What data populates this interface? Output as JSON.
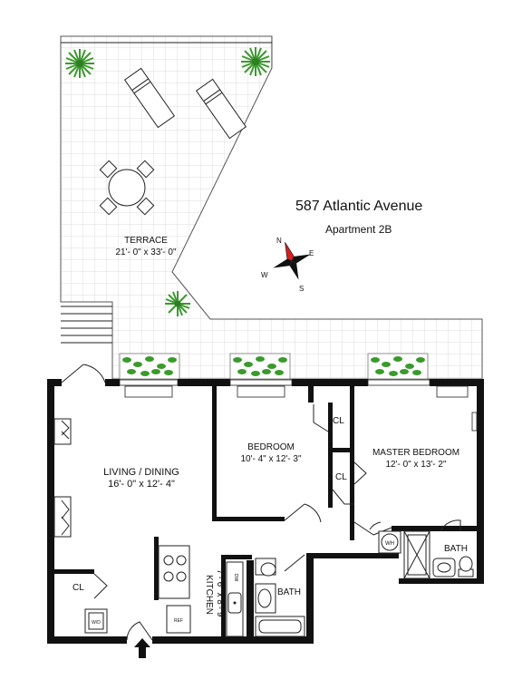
{
  "address": {
    "street": "587 Atlantic Avenue",
    "unit": "Apartment 2B"
  },
  "compass": {
    "n": "N",
    "e": "E",
    "s": "S",
    "w": "W"
  },
  "rooms": {
    "terrace": {
      "name": "TERRACE",
      "dims": "21'- 0\" x 33'- 0\""
    },
    "living": {
      "name": "LIVING / DINING",
      "dims": "16'- 0\" x 12'- 4\""
    },
    "bedroom": {
      "name": "BEDROOM",
      "dims": "10'- 4\" x 12'- 3\""
    },
    "master": {
      "name": "MASTER BEDROOM",
      "dims": "12'- 0\" x 13'- 2\""
    },
    "kitchen": {
      "name": "KITCHEN",
      "dims": "7'- 6\" x 8'- 9\""
    },
    "bath1": {
      "name": "BATH"
    },
    "bath2": {
      "name": "BATH"
    }
  },
  "closets": {
    "cl1": "CL",
    "cl2": "CL",
    "cl3": "CL"
  },
  "fixtures": {
    "wh": "WH",
    "dw": "DW",
    "ref": "REF",
    "wd": "W/D"
  },
  "colors": {
    "wall": "#111111",
    "plant": "#3a9a2c",
    "compass_north": "#d42020",
    "tile": "#d8d8d8"
  }
}
